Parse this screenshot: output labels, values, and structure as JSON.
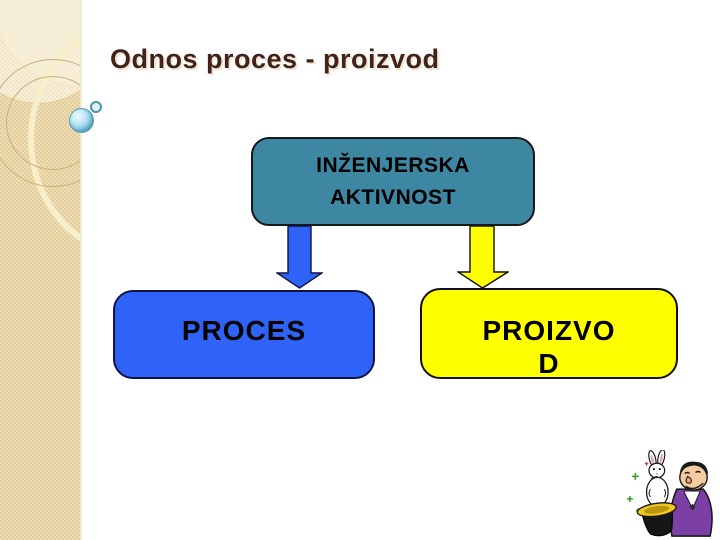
{
  "slide": {
    "title": "Odnos proces - proizvod"
  },
  "diagram": {
    "nodes": [
      {
        "id": "engineering-activity",
        "label": "INŽENJERSKA\nAKTIVNOST",
        "fill": "#3E87A2"
      },
      {
        "id": "process",
        "label": "PROCES",
        "fill": "#2F63F7"
      },
      {
        "id": "product",
        "label": "PROIZVO\nD",
        "fill": "#FFFF00"
      }
    ],
    "edges": [
      {
        "from": "engineering-activity",
        "to": "process",
        "style": "block-arrow-down",
        "color": "#2F63F7"
      },
      {
        "from": "engineering-activity",
        "to": "product",
        "style": "block-arrow-down",
        "color": "#FFFF00"
      }
    ]
  },
  "decor": {
    "sidebar_theme": "beige-checker-texture-with-circles",
    "sphere_icon": "glossy-blue-sphere",
    "clipart": "magician-pulling-rabbit-from-top-hat"
  },
  "colors": {
    "title_text": "#42231A",
    "activity_fill": "#3E87A2",
    "process_fill": "#2F63F7",
    "product_fill": "#FFFF00",
    "sidebar_beige": "#E7D5A7",
    "box_border": "#111111"
  }
}
